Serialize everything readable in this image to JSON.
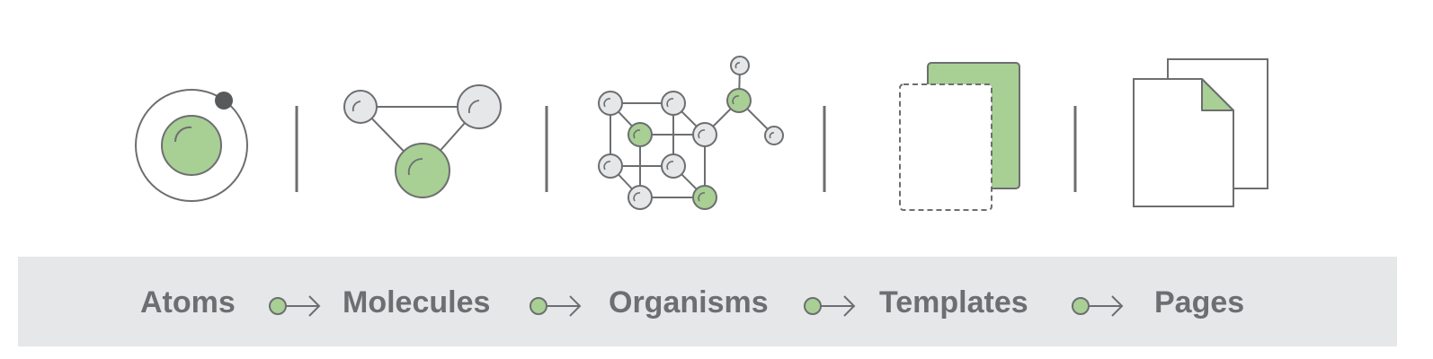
{
  "diagram": {
    "colors": {
      "accent": "#a8cf94",
      "outline": "#6d6e71",
      "node_fill": "#e6e7e8",
      "bar": "#e6e7e8",
      "label": "#6d6e71",
      "electron": "#58595b"
    },
    "stages": [
      {
        "label": "Atoms",
        "icon": "atom-icon"
      },
      {
        "label": "Molecules",
        "icon": "molecule-icon"
      },
      {
        "label": "Organisms",
        "icon": "organism-icon"
      },
      {
        "label": "Templates",
        "icon": "template-icon"
      },
      {
        "label": "Pages",
        "icon": "pages-icon"
      }
    ],
    "connector_icon": "arrow-right-icon"
  }
}
